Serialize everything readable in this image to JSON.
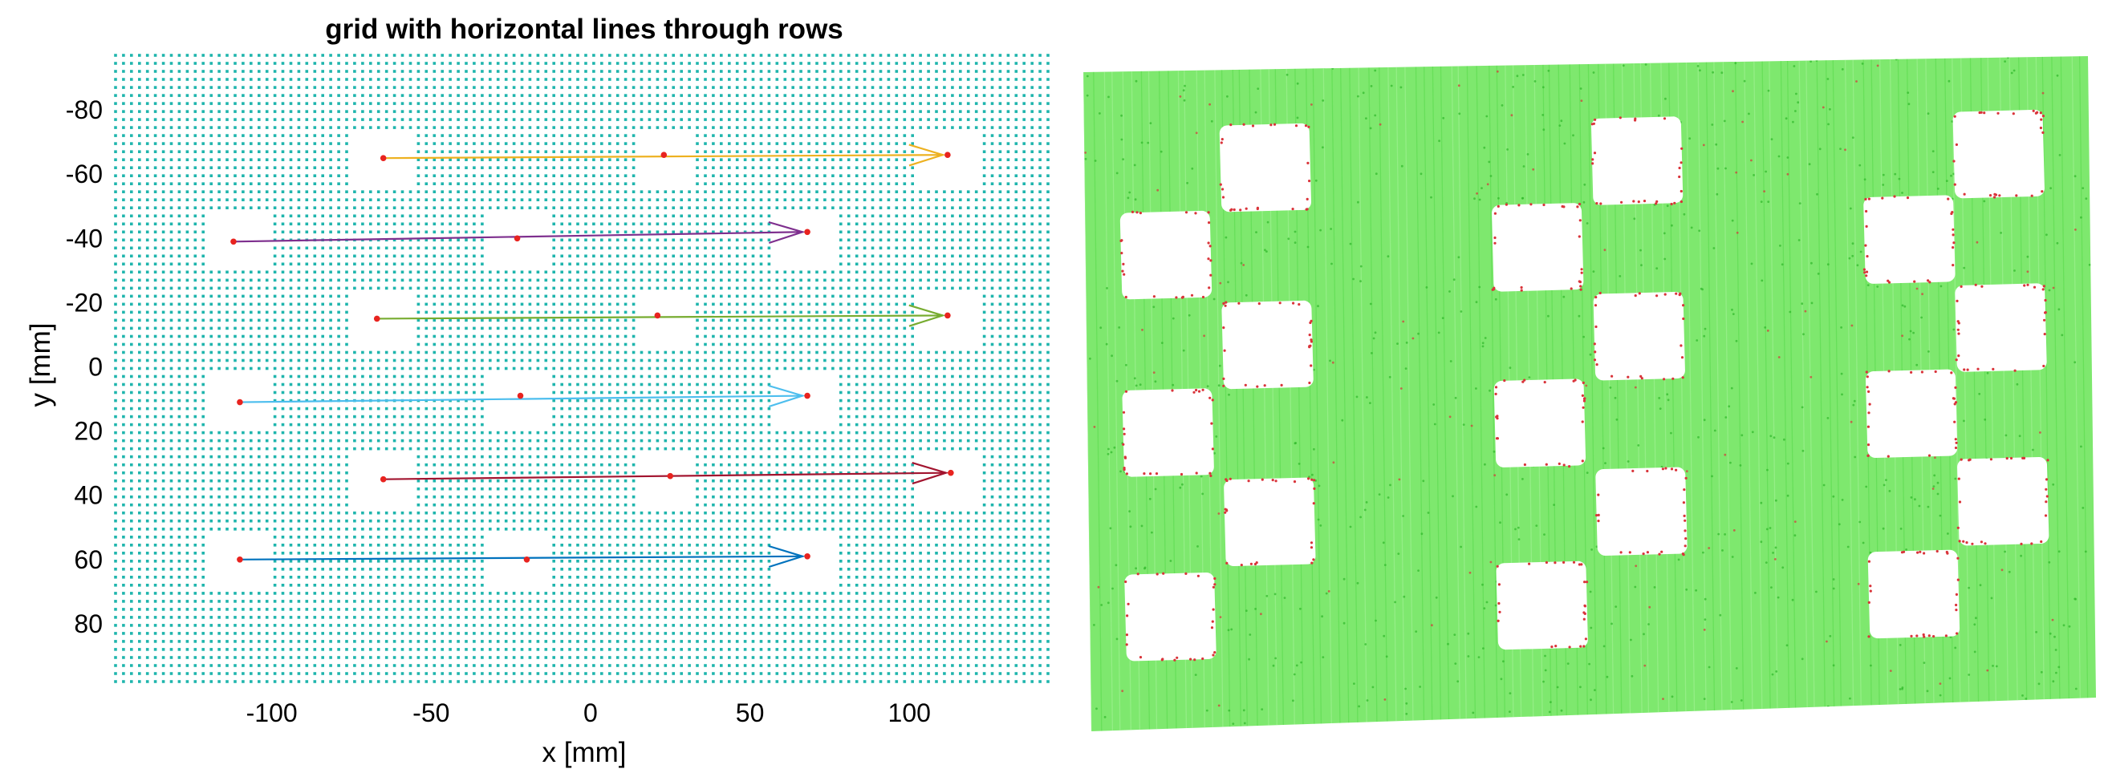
{
  "chart_data": [
    {
      "type": "scatter",
      "title": "grid with horizontal lines through rows",
      "xlabel": "x [mm]",
      "ylabel": "y [mm]",
      "xlim": [
        -150,
        145
      ],
      "ylim": [
        -98,
        98
      ],
      "y_reversed": true,
      "xticks": [
        -100,
        -50,
        0,
        50,
        100
      ],
      "yticks": [
        -80,
        -60,
        -40,
        -20,
        0,
        20,
        40,
        60,
        80
      ],
      "grid": false,
      "legend": "none",
      "background_grid": {
        "color": "#1fb5ad",
        "pitch_mm": 2.5
      },
      "holes": [
        {
          "x": -65,
          "y": -65
        },
        {
          "x": 23,
          "y": -65
        },
        {
          "x": 112,
          "y": -65
        },
        {
          "x": -110,
          "y": -40
        },
        {
          "x": -23,
          "y": -40
        },
        {
          "x": 67,
          "y": -40
        },
        {
          "x": -65,
          "y": -15
        },
        {
          "x": 23,
          "y": -15
        },
        {
          "x": 112,
          "y": -15
        },
        {
          "x": -110,
          "y": 10
        },
        {
          "x": -23,
          "y": 10
        },
        {
          "x": 67,
          "y": 10
        },
        {
          "x": -65,
          "y": 35
        },
        {
          "x": 23,
          "y": 35
        },
        {
          "x": 112,
          "y": 35
        },
        {
          "x": -110,
          "y": 60
        },
        {
          "x": -23,
          "y": 60
        },
        {
          "x": 67,
          "y": 60
        }
      ],
      "hole_size_mm": 18,
      "series": [
        {
          "color": "#EDB120",
          "points": [
            {
              "x": -65,
              "y": -65
            },
            {
              "x": 23,
              "y": -66
            },
            {
              "x": 112,
              "y": -66
            }
          ]
        },
        {
          "color": "#7E2F8E",
          "points": [
            {
              "x": -112,
              "y": -39
            },
            {
              "x": -23,
              "y": -40
            },
            {
              "x": 68,
              "y": -42
            }
          ]
        },
        {
          "color": "#77AC30",
          "points": [
            {
              "x": -67,
              "y": -15
            },
            {
              "x": 21,
              "y": -16
            },
            {
              "x": 112,
              "y": -16
            }
          ]
        },
        {
          "color": "#4DBEEE",
          "points": [
            {
              "x": -110,
              "y": 11
            },
            {
              "x": -22,
              "y": 9
            },
            {
              "x": 68,
              "y": 9
            }
          ]
        },
        {
          "color": "#A2142F",
          "points": [
            {
              "x": -65,
              "y": 35
            },
            {
              "x": 25,
              "y": 34
            },
            {
              "x": 113,
              "y": 33
            }
          ]
        },
        {
          "color": "#0072BD",
          "points": [
            {
              "x": -110,
              "y": 60
            },
            {
              "x": -20,
              "y": 60
            },
            {
              "x": 68,
              "y": 59
            }
          ]
        }
      ]
    },
    {
      "type": "scatter",
      "title": "",
      "point_colors": {
        "base": "#3ef03a",
        "outlier": "#d9343a"
      },
      "hole_rows": [
        {
          "count": 3
        },
        {
          "count": 3
        },
        {
          "count": 3
        },
        {
          "count": 3
        },
        {
          "count": 3
        },
        {
          "count": 3
        }
      ]
    }
  ]
}
